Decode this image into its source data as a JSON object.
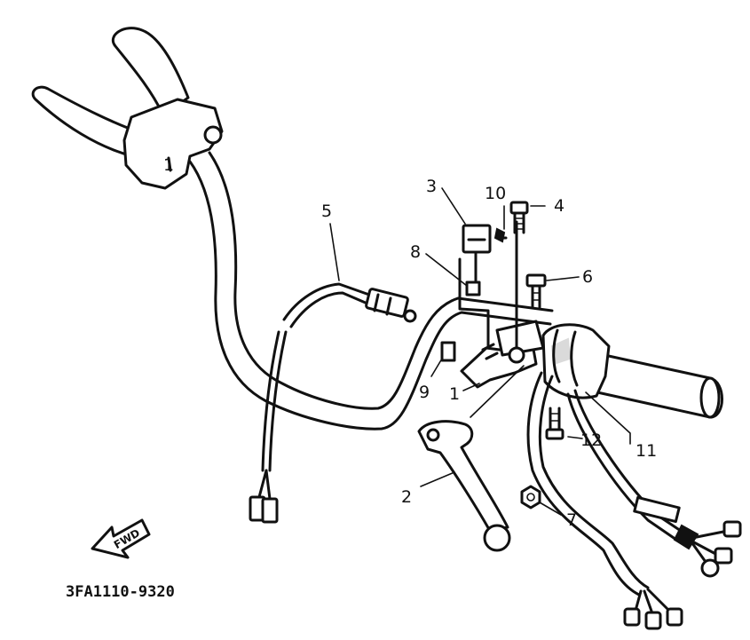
{
  "diagram": {
    "callouts": {
      "c1a": "1",
      "c1b": "1",
      "c2": "2",
      "c3": "3",
      "c4": "4",
      "c5": "5",
      "c6": "6",
      "c7": "7",
      "c8": "8",
      "c9": "9",
      "c10": "10",
      "c11": "11",
      "c12": "12"
    },
    "fwd_label": "FWD",
    "reference_code": "3FA1110-9320"
  }
}
